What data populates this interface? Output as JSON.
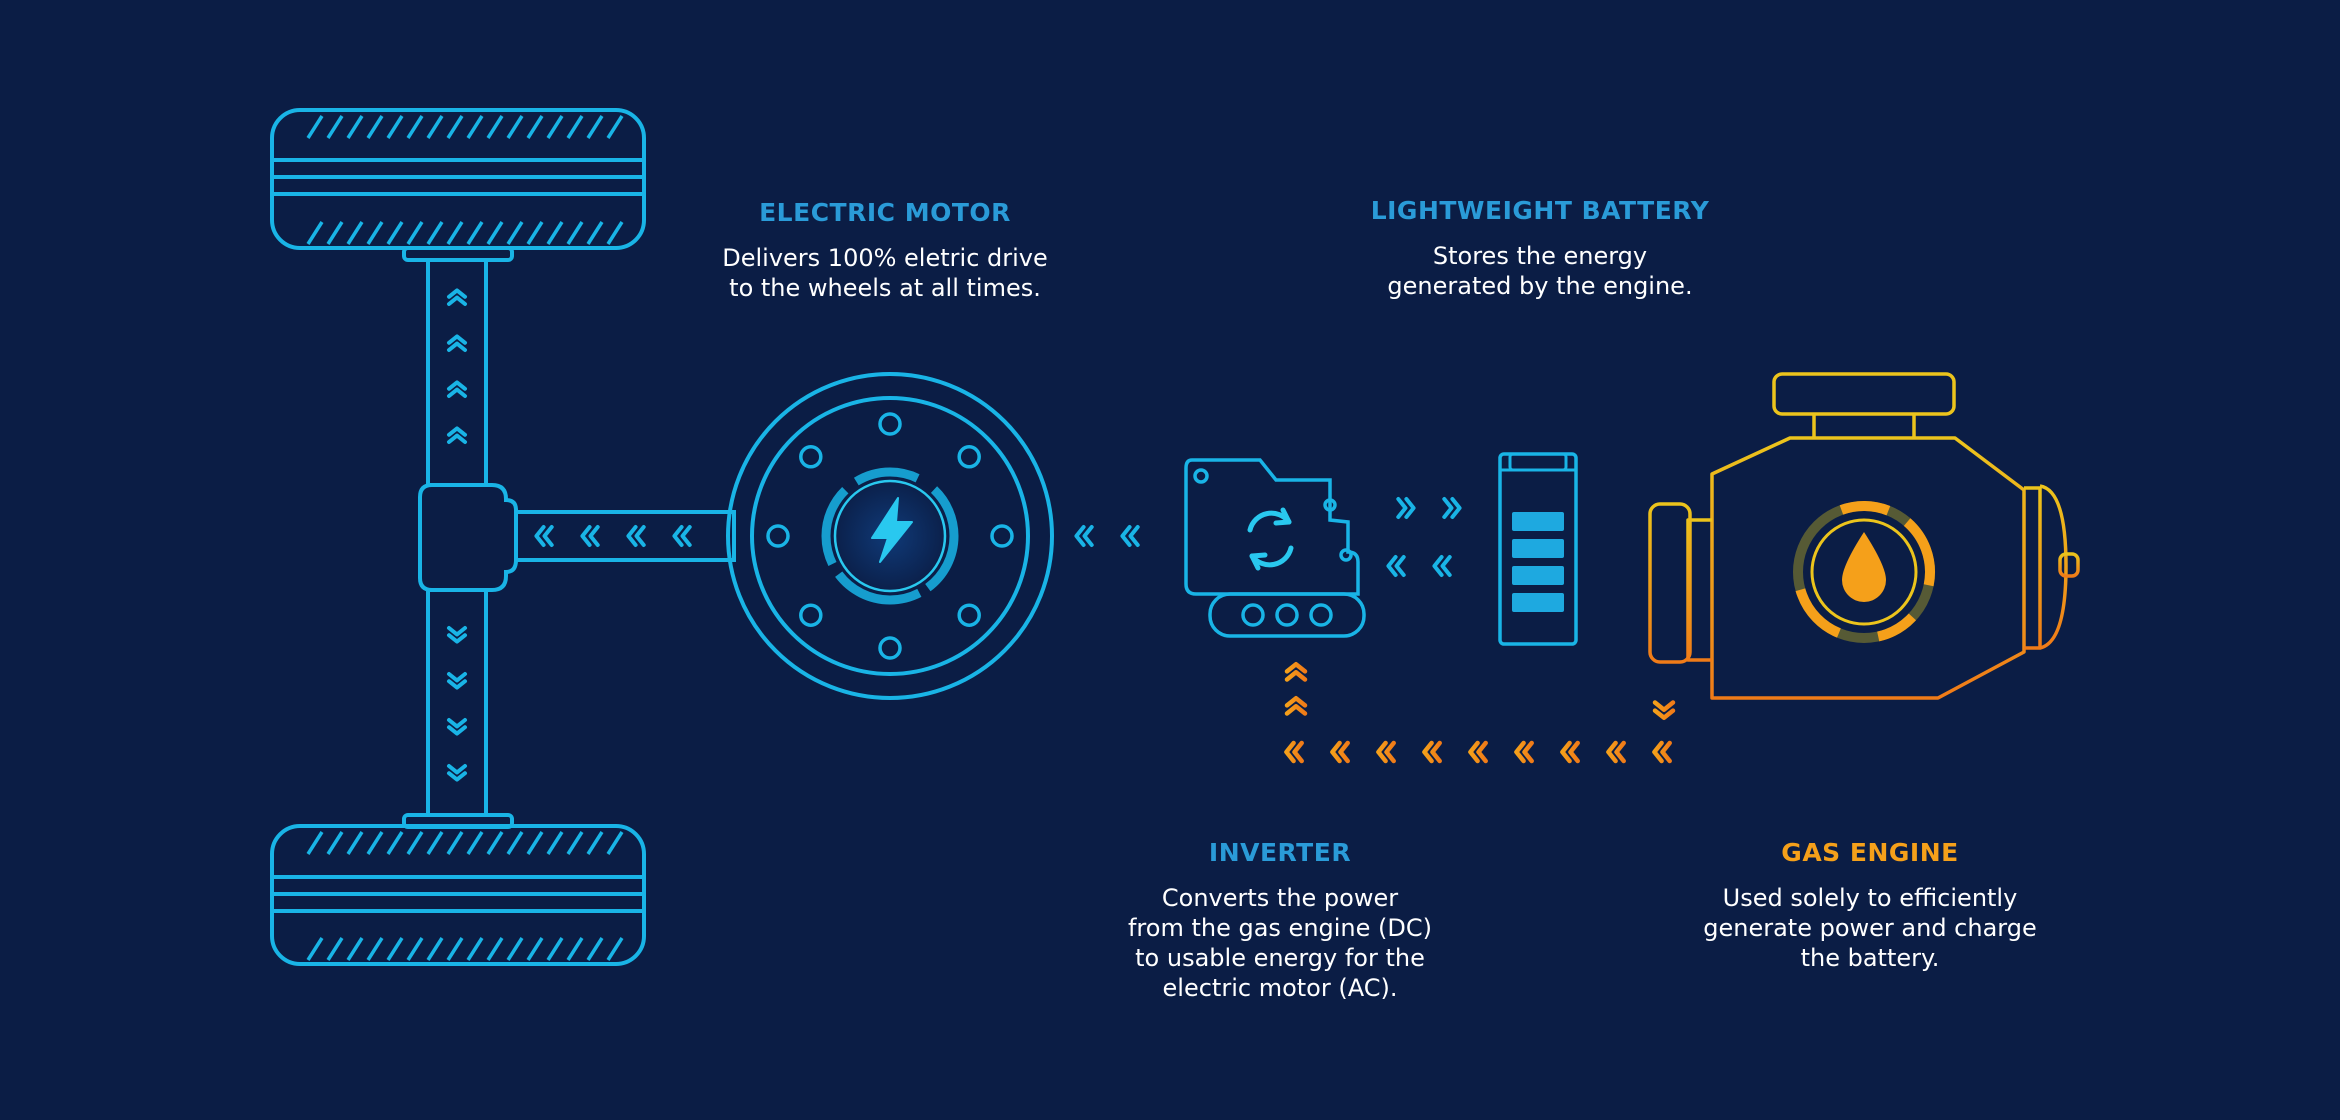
{
  "colors": {
    "background": "#0b1d45",
    "blue_line": "#19b4e6",
    "blue_title": "#2a9bd8",
    "orange_title": "#f5a01a",
    "engine_yellow": "#ecc41c",
    "engine_orange": "#f07b18",
    "text": "#ffffff"
  },
  "components": {
    "electric_motor": {
      "title": "ELECTRIC MOTOR",
      "description": "Delivers 100% eletric drive\nto the wheels at all times.",
      "icon": "lightning-bolt-icon"
    },
    "battery": {
      "title": "LIGHTWEIGHT BATTERY",
      "description": "Stores the energy\ngenerated by the engine.",
      "icon": "battery-icon",
      "charge_bars": 4
    },
    "inverter": {
      "title": "INVERTER",
      "description": "Converts the power\nfrom the gas engine (DC)\nto usable energy for the\nelectric motor (AC).",
      "icon": "refresh-icon"
    },
    "gas_engine": {
      "title": "GAS ENGINE",
      "description": "Used solely to efficiently\ngenerate power and charge\nthe battery.",
      "icon": "oil-drop-icon"
    }
  }
}
